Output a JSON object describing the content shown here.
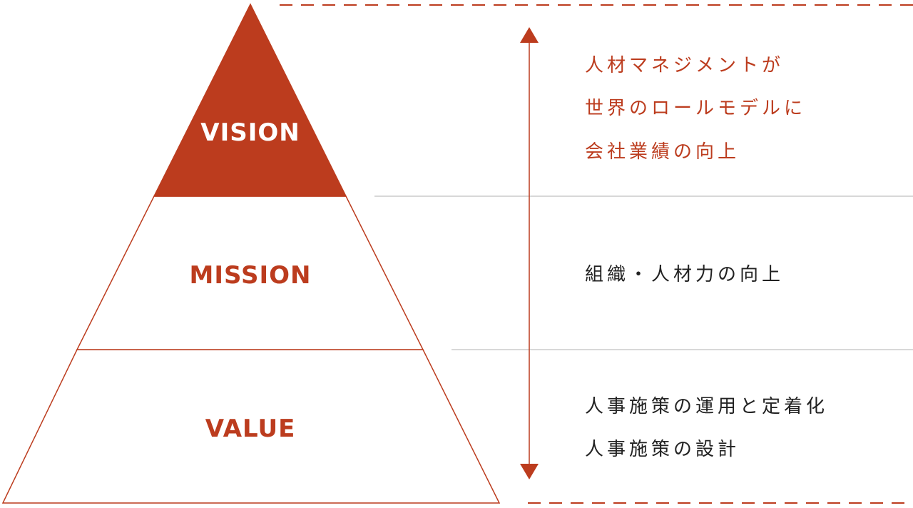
{
  "colors": {
    "accent": "#bc3c1e",
    "text_dark": "#222222",
    "divider": "#cccccc",
    "background": "#ffffff"
  },
  "pyramid": {
    "tiers": [
      {
        "label": "VISION",
        "filled": true,
        "description": [
          "人材マネジメントが",
          "世界のロールモデルに",
          "会社業績の向上"
        ]
      },
      {
        "label": "MISSION",
        "filled": false,
        "description": [
          "組織・人材力の向上"
        ]
      },
      {
        "label": "VALUE",
        "filled": false,
        "description": [
          "人事施策の運用と定着化",
          "人事施策の設計"
        ]
      }
    ]
  }
}
